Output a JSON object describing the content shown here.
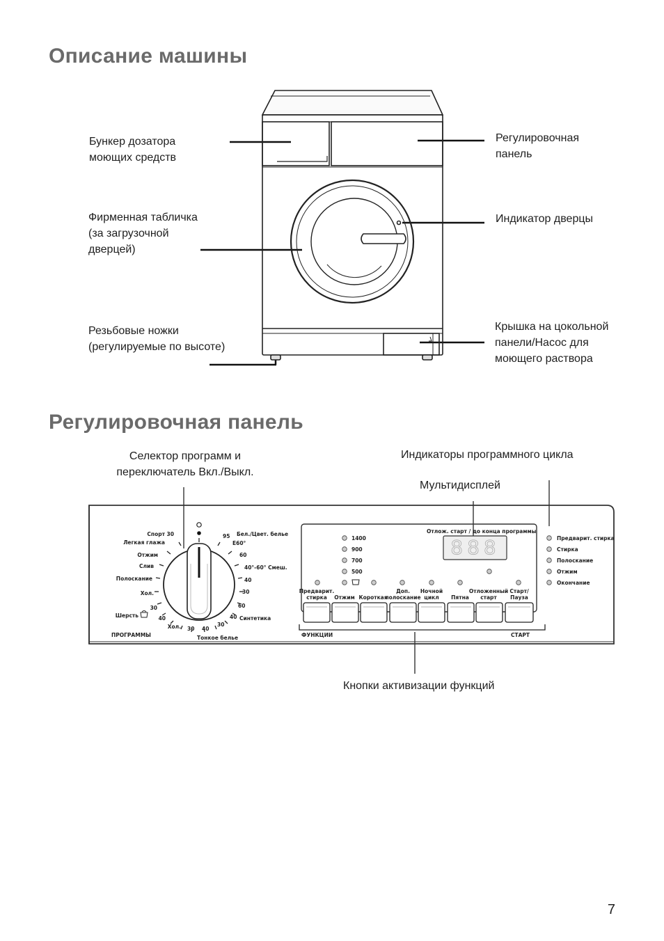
{
  "section1": {
    "title": "Описание машины",
    "labels": {
      "dispenser": [
        "Бункер дозатора",
        "моющих средств"
      ],
      "control_panel": [
        "Регулировочная",
        "панель"
      ],
      "rating_plate": [
        "Фирменная табличка",
        "(за загрузочной",
        "дверцей)"
      ],
      "door_indicator": [
        "Индикатор дверцы"
      ],
      "feet": [
        "Резьбовые ножки",
        "(регулируемые по высоте)"
      ],
      "plinth": [
        "Крышка на цокольной",
        "панели/Насос для",
        "моющего раствора"
      ]
    }
  },
  "section2": {
    "title": "Регулировочная панель",
    "callouts": {
      "selector": [
        "Селектор программ и",
        "переключатель Вкл./Выкл."
      ],
      "cycle_indicators": "Индикаторы программного цикла",
      "multidisplay": "Мультидисплей",
      "function_buttons": "Кнопки активизации функций"
    }
  },
  "panel": {
    "dial_labels": {
      "sport": "Спорт 30",
      "easy_iron": "Легкая глажа",
      "spin": "Отжим",
      "drain": "Слив",
      "rinse": "Полоскание",
      "cold_left": "Хол.",
      "t30_left": "30",
      "wool": "Шерсть",
      "t40_left": "40",
      "cold_bottom": "Хол.",
      "t30_bottom": "30",
      "t40_bottom": "40",
      "t30_syn": "30",
      "t40_syn": "40",
      "synthetics": "Синтетика",
      "t60_syn": "60",
      "t30_mix": "30",
      "t40_mix": "40",
      "mix": "40°-60° Смеш.",
      "t60_cot": "60",
      "eco": "E60°",
      "t95": "95",
      "cotton": "Бел./Цвет. белье",
      "programs": "ПРОГРАММЫ",
      "delicate": "Тонкое белье"
    },
    "display_header": "Отлож. старт / до конца программы",
    "display_value": "888",
    "spin_speeds": [
      "1400",
      "900",
      "700",
      "500"
    ],
    "buttons": [
      [
        "Предварит.",
        "стирка"
      ],
      [
        "",
        "Отжим"
      ],
      [
        "",
        "Короткая"
      ],
      [
        "Доп.",
        "полоскание"
      ],
      [
        "Ночной",
        "цикл"
      ],
      [
        "",
        "Пятна"
      ],
      [
        "Отложенный",
        "старт"
      ],
      [
        "Старт/",
        "Пауза"
      ]
    ],
    "functions_label": "ФУНКЦИИ",
    "start_label": "СТАРТ",
    "cycle_phases": [
      "Предварит. стирка",
      "Стирка",
      "Полоскание",
      "Отжим",
      "Окончание"
    ]
  },
  "page_number": "7"
}
